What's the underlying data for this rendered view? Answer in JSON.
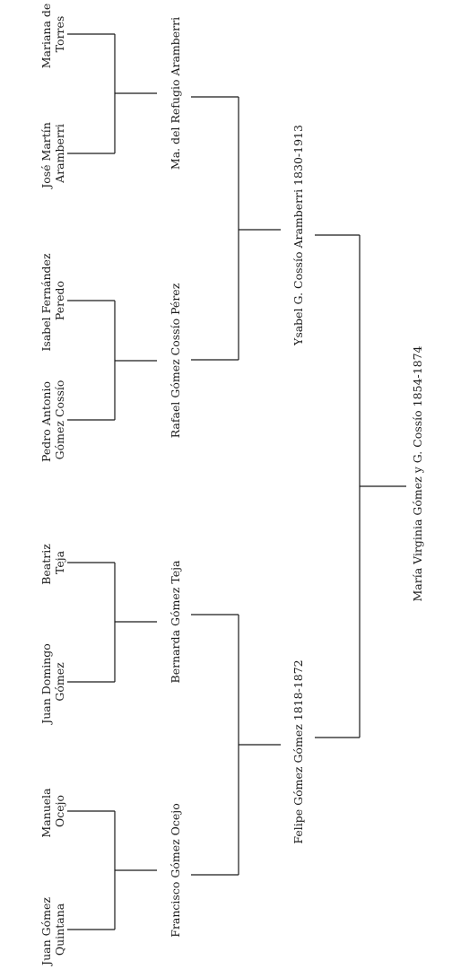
{
  "pedigree": {
    "root": "María Virginia Gómez y G. Cossío 1854-1874",
    "parents": {
      "father": "Felipe Gómez Gómez 1818-1872",
      "mother": "Ysabel G. Cossío Aramberri 1830-1913"
    },
    "grandparents": {
      "paternal_grandfather": "Francisco Gómez Ocejo",
      "paternal_grandmother": "Bernarda Gómez Teja",
      "maternal_grandfather": "Rafael Gómez Cossío Pérez",
      "maternal_grandmother": "Ma. del Refugio Aramberri"
    },
    "great_grandparents": {
      "juan_gomez_quintana": [
        "Juan Gómez",
        "Quintana"
      ],
      "manuela_ocejo": [
        "Manuela",
        "Ocejo"
      ],
      "juan_domingo_gomez": [
        "Juan Domingo",
        "Gómez"
      ],
      "beatriz_teja": [
        "Beatriz",
        "Teja"
      ],
      "pedro_antonio_gomez_cossio": [
        "Pedro Antonio",
        "Gómez Cossío"
      ],
      "isabel_fernandez_peredo": [
        "Isabel Fernández",
        "Peredo"
      ],
      "jose_martin_aramberri": [
        "José Martín",
        "Aramberri"
      ],
      "mariana_de_torres": [
        "Mariana de",
        "Torres"
      ]
    }
  }
}
